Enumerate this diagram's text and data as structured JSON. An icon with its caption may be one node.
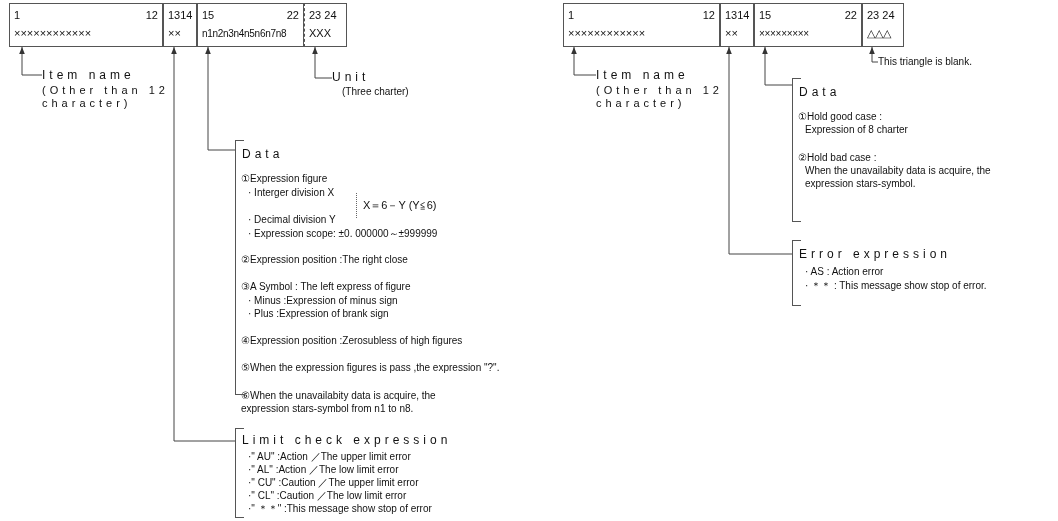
{
  "diagram": {
    "nodes": [
      {
        "text": [
          "1",
          "12",
          "××××××××××××"
        ]
      },
      {
        "text": [
          "1314",
          "××"
        ]
      },
      {
        "text": [
          "15",
          "22",
          "n1n2n3n4n5n6n7n8"
        ]
      },
      {
        "text": [
          "23 24",
          "XXX"
        ]
      },
      {
        "text": [
          "1",
          "12",
          "××××××××××××"
        ]
      },
      {
        "text": [
          "1314",
          "××"
        ]
      },
      {
        "text": [
          "15",
          "22",
          "×××××××××"
        ]
      },
      {
        "text": [
          "23 24",
          "△△△"
        ]
      },
      {
        "text": [
          "Item name",
          "(Other than 12 character)"
        ]
      },
      {
        "text": [
          "Unit",
          "(Three charter)"
        ]
      },
      {
        "text": [
          "Item name",
          "(Other than 12 character)"
        ]
      },
      {
        "text": [
          "This triangle is blank."
        ]
      },
      {
        "text": [
          "Data",
          "①Expression figure",
          "· Interger division X",
          "· Decimal division Y",
          "X＝6－Y (Y≦6)",
          "· Expression scope: ±0. 000000～±999999",
          "②Expression position :The right close",
          "③A Symbol : The left express of figure",
          "· Minus :Expression of minus sign",
          "· Plus :Expression of brank sign",
          "④Expression position :Zerosubless of high figures",
          "⑤When the expression figures is pass ,the expression \"?\".",
          "⑥When the unavailabity data is acquire, the expression stars-symbol from n1 to n8."
        ]
      },
      {
        "text": [
          "Data",
          "①Hold good case :",
          "Expression of 8 charter",
          "②Hold bad case :",
          "When the unavailabity data is acquire, the expression stars-symbol."
        ]
      },
      {
        "text": [
          "Error expression",
          "· AS : Action error",
          "· ＊＊ : This message show stop of error."
        ]
      },
      {
        "text": [
          "Limit check expression",
          "·\" AU\" :Action ／The upper limit error",
          "·\" AL\" :Action ／The low limit error",
          "·\" CU\" :Caution ／The upper limit error",
          "·\" CL\" :Caution ／The low limit error",
          "·\" ＊＊\" :This message show stop of error"
        ]
      }
    ],
    "edges": [
      {
        "from": 8,
        "to": 0,
        "arrow": "to"
      },
      {
        "from": 15,
        "to": 1,
        "arrow": "to"
      },
      {
        "from": 12,
        "to": 2,
        "arrow": "to"
      },
      {
        "from": 9,
        "to": 3,
        "arrow": "to"
      },
      {
        "from": 10,
        "to": 4,
        "arrow": "to"
      },
      {
        "from": 14,
        "to": 5,
        "arrow": "to"
      },
      {
        "from": 13,
        "to": 6,
        "arrow": "to"
      },
      {
        "from": 11,
        "to": 7,
        "arrow": "to"
      }
    ]
  }
}
